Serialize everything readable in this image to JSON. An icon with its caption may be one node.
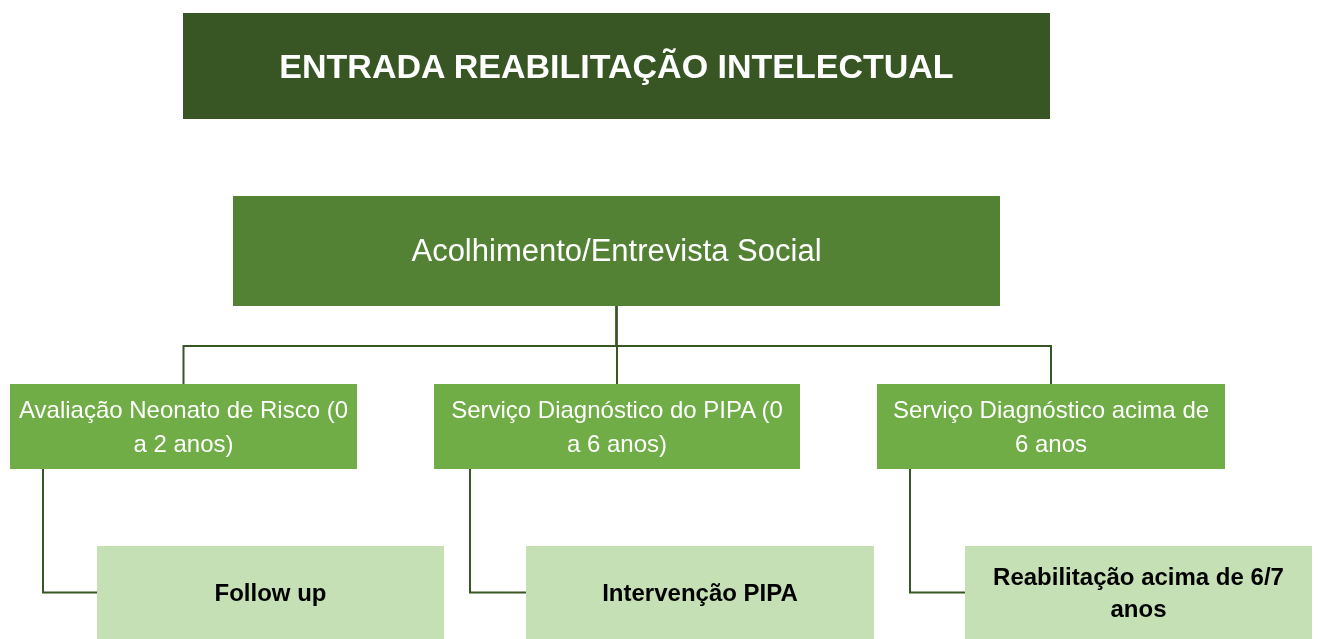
{
  "diagram": {
    "nodes": [
      {
        "text": [
          "ENTRADA REABILITAÇÃO INTELECTUAL"
        ]
      },
      {
        "text": [
          "Acolhimento/Entrevista Social"
        ]
      },
      {
        "text": [
          "Avaliação Neonato de Risco (0 a 2 anos)"
        ]
      },
      {
        "text": [
          "Serviço Diagnóstico do PIPA (0 a 6 anos)"
        ]
      },
      {
        "text": [
          "Serviço Diagnóstico acima de 6 anos"
        ]
      },
      {
        "text": [
          "Follow up"
        ]
      },
      {
        "text": [
          "Intervenção PIPA"
        ]
      },
      {
        "text": [
          "Reabilitação acima de 6/7 anos"
        ]
      }
    ],
    "edges": [
      {
        "from": 1,
        "to": 2,
        "arrow": "none"
      },
      {
        "from": 1,
        "to": 3,
        "arrow": "none"
      },
      {
        "from": 1,
        "to": 4,
        "arrow": "none"
      },
      {
        "from": 2,
        "to": 5,
        "arrow": "none"
      },
      {
        "from": 3,
        "to": 6,
        "arrow": "none"
      },
      {
        "from": 4,
        "to": 7,
        "arrow": "none"
      }
    ]
  }
}
